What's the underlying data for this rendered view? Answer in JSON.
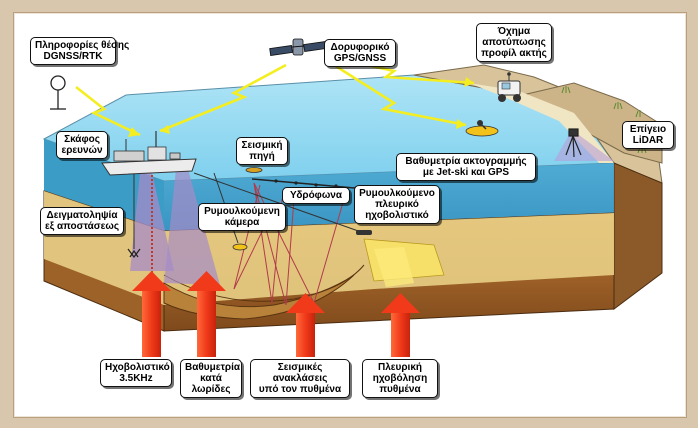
{
  "labels": {
    "position_info": [
      "Πληροφορίες θέσης",
      "DGNSS/RTK"
    ],
    "satellite": [
      "Δορυφορικό",
      "GPS/GNSS"
    ],
    "profile_vehicle": [
      "Όχημα",
      "αποτύπωσης",
      "προφίλ ακτής"
    ],
    "research_vessel": [
      "Σκάφος",
      "ερευνών"
    ],
    "seismic_source": [
      "Σεισμική",
      "πηγή"
    ],
    "jetski_bathymetry": [
      "Βαθυμετρία ακτογραμμής",
      "με Jet-ski και GPS"
    ],
    "ground_lidar": [
      "Επίγειο",
      "LiDAR"
    ],
    "hydrophones": [
      "Υδρόφωνα"
    ],
    "towed_sidescan": [
      "Ρυμουλκούμενο",
      "πλευρικό",
      "ηχοβολιστικό"
    ],
    "sampling": [
      "Δειγματοληψία",
      "εξ αποστάσεως"
    ],
    "towed_camera": [
      "Ρυμουλκούμενη",
      "κάμερα"
    ],
    "echosounder": [
      "Ηχοβολιστικό",
      "3.5KHz"
    ],
    "swath_bathymetry": [
      "Βαθυμετρία",
      "κατά",
      "λωρίδες"
    ],
    "seismic_reflections": [
      "Σεισμικές",
      "ανακλάσεις",
      "υπό τον πυθμένα"
    ],
    "sidescan_seafloor": [
      "Πλευρική",
      "ηχοβόληση",
      "πυθμένα"
    ]
  },
  "colors": {
    "sea": "#7fd0ee",
    "sea_deep": "#3f9fc8",
    "sediment": "#e8cf8a",
    "earth_side": "#a86a2c",
    "arrow": "#f03a1a",
    "signal": "#f4ee20",
    "swath": "#a58bc8"
  }
}
